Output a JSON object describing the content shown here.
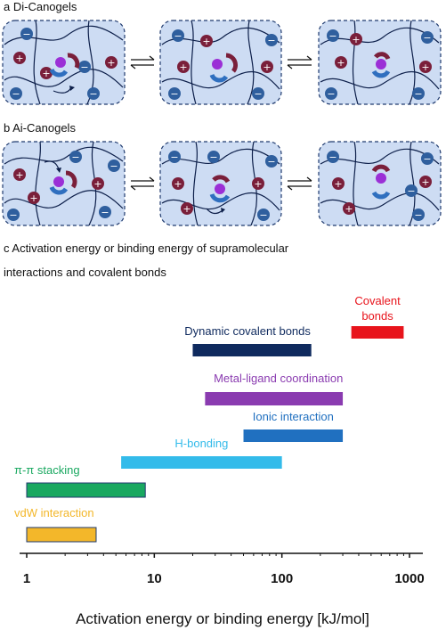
{
  "panels": {
    "a_label": "a Di-Canogels",
    "b_label": "b Ai-Canogels",
    "c_label_line1": "c Activation energy or binding energy of supramolecular",
    "c_label_line2": "interactions and covalent bonds"
  },
  "colors": {
    "panel_fill": "#cddcf3",
    "panel_border": "#1f3a6e",
    "polymer_chain": "#0d1f4a",
    "cation": "#7a1f3a",
    "anion": "#2f5f9e",
    "guest": "#9b2fd6",
    "host": "#2f6fbf"
  },
  "chart_data": {
    "type": "floating-bar",
    "xscale": "log",
    "xlim": [
      1,
      1000
    ],
    "xticks": [
      "1",
      "10",
      "100",
      "1000"
    ],
    "xlabel": "Activation energy or binding energy [kJ/mol]",
    "series": [
      {
        "name": "Covalent\nbonds",
        "range": [
          350,
          900
        ],
        "color": "#e8141c"
      },
      {
        "name": "Dynamic covalent bonds",
        "range": [
          20,
          170
        ],
        "color": "#0f2a5e"
      },
      {
        "name": "Metal-ligand coordination",
        "range": [
          25,
          300
        ],
        "color": "#8a3bb0"
      },
      {
        "name": "Ionic interaction",
        "range": [
          50,
          300
        ],
        "color": "#2070c0"
      },
      {
        "name": "H-bonding",
        "range": [
          5.5,
          100
        ],
        "color": "#33bbea"
      },
      {
        "name": "π-π stacking",
        "range": [
          1,
          8.5
        ],
        "color": "#19a860"
      },
      {
        "name": "vdW interaction",
        "range": [
          1,
          3.5
        ],
        "color": "#f3b72a"
      }
    ]
  }
}
